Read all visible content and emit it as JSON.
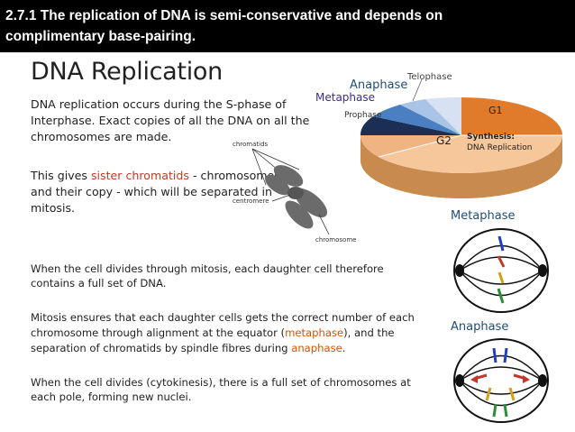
{
  "header": {
    "line1": "2.7.1 The replication of DNA is semi-conservative and depends on",
    "line2": "complimentary base-pairing."
  },
  "title": "DNA Replication",
  "para1": "DNA replication occurs during the S-phase of Interphase. Exact copies of all the DNA on all the chromosomes are made.",
  "para2": {
    "pre": "This gives ",
    "highlight": "sister chromatids",
    "post": " - chromosomes and their copy - which will be separated in mitosis."
  },
  "para3": "When the cell divides through mitosis, each daughter cell therefore contains a full set of DNA.",
  "para4": {
    "a": "Mitosis ensures that each daughter cells gets the correct number of each chromosome through alignment at the equator (",
    "metaphase": "metaphase",
    "b": "), and the separation of chromatids by spindle fibres during ",
    "anaphase": "anaphase",
    "c": "."
  },
  "para5": "When the cell divides (cytokinesis), there is a full set of chromosomes at each pole, forming new nuclei.",
  "chromosome_labels": {
    "chromatids": "chromatids",
    "centromere": "centromere",
    "chromosome": "chromosome"
  },
  "cycle_labels": {
    "telophase": "Telophase",
    "anaphase": "Anaphase",
    "metaphase": "Metaphase",
    "prophase": "Prophase",
    "g1": "G1",
    "g2": "G2",
    "synthesis": "Synthesis:",
    "dna_replication": "DNA Replication"
  },
  "cell_labels": {
    "metaphase": "Metaphase",
    "anaphase": "Anaphase"
  }
}
